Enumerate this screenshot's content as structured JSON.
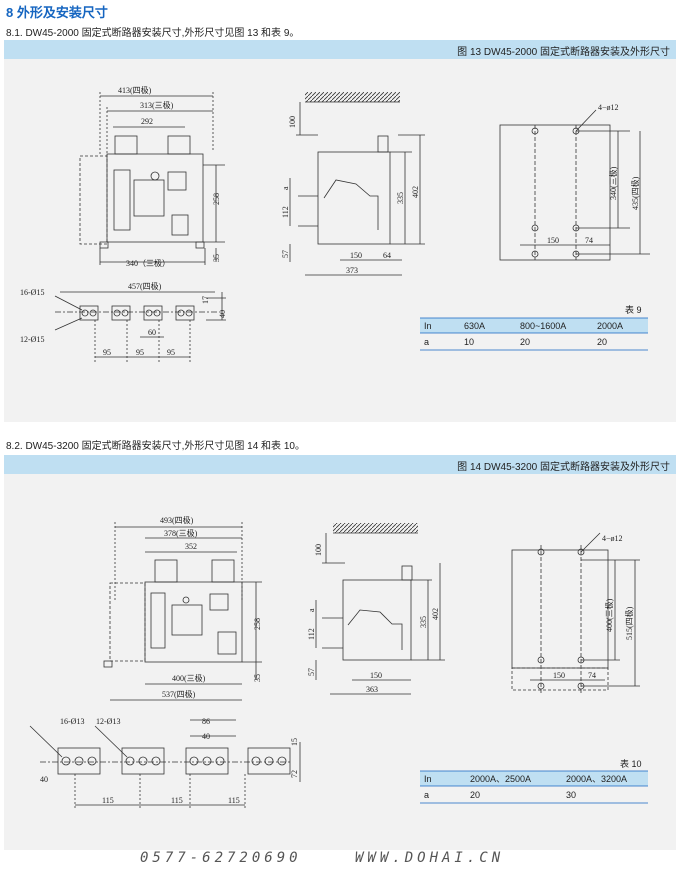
{
  "section_title": "8 外形及安装尺寸",
  "s1": {
    "subtitle": "8.1. DW45-2000 固定式断路器安装尺寸,外形尺寸见图 13 和表 9。",
    "figure_caption": "图 13  DW45-2000 固定式断路器安装及外形尺寸",
    "dims": {
      "d413": "413(四极)",
      "d313": "313(三极)",
      "d292": "292",
      "d258": "258",
      "d35": "35",
      "d340": "340（三极）",
      "d457": "457(四极)",
      "d17": "17",
      "d40": "40",
      "d16": "16-Ø15",
      "d12": "12-Ø15",
      "d60": "60",
      "d95a": "95",
      "d95b": "95",
      "d95c": "95",
      "d100": "100",
      "da": "a",
      "d112": "112",
      "d57": "57",
      "d335": "335",
      "d402": "402",
      "d150": "150",
      "d64": "64",
      "d373": "373",
      "d4phi": "4−ø12",
      "d340v": "340(三极)",
      "d435v": "435(四极)",
      "d150r": "150",
      "d74": "74"
    },
    "table": {
      "caption": "表 9",
      "header": [
        "In",
        "630A",
        "800~1600A",
        "2000A"
      ],
      "row": [
        "a",
        "10",
        "20",
        "20"
      ]
    }
  },
  "s2": {
    "subtitle": "8.2. DW45-3200 固定式断路器安装尺寸,外形尺寸见图 14 和表 10。",
    "figure_caption": "图 14  DW45-3200 固定式断路器安装及外形尺寸",
    "dims": {
      "d493": "493(四极)",
      "d378": "378(三极)",
      "d352": "352",
      "d258": "258",
      "d35": "35",
      "d400": "400(三极)",
      "d537": "537(四极)",
      "d16": "16-Ø13",
      "d12": "12-Ø13",
      "d86": "86",
      "d40t": "40",
      "d15": "15",
      "d72": "72",
      "d40l": "40",
      "d115a": "115",
      "d115b": "115",
      "d115c": "115",
      "d100": "100",
      "da": "a",
      "d112": "112",
      "d57": "57",
      "d335": "335",
      "d402": "402",
      "d150": "150",
      "d363": "363",
      "d4phi": "4−ø12",
      "d400v": "400(三极)",
      "d515v": "515(四极)",
      "d150r": "150",
      "d74": "74"
    },
    "table": {
      "caption": "表 10",
      "header": [
        "In",
        "2000A、2500A",
        "2000A、3200A"
      ],
      "row": [
        "a",
        "20",
        "30"
      ]
    }
  },
  "footer": {
    "phone": "0577-62720690",
    "site": "WWW.DOHAI.CN"
  },
  "colors": {
    "title": "#1565c0",
    "bar": "#bfdff2",
    "panel": "#f2f2f2"
  }
}
